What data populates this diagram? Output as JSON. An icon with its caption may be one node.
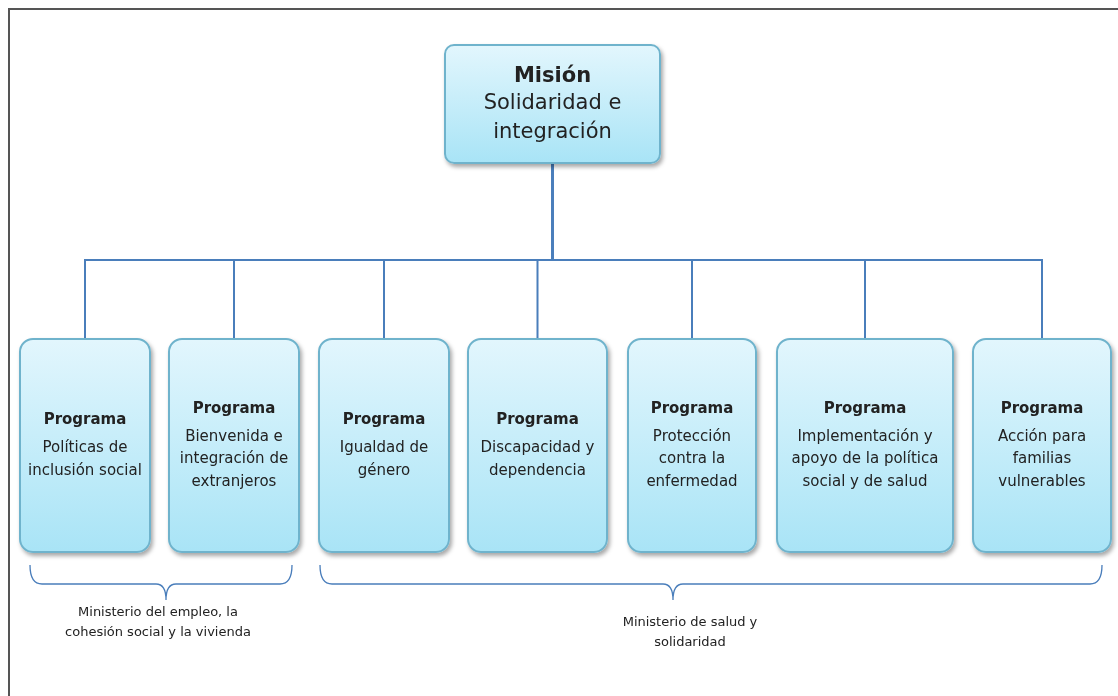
{
  "diagram": {
    "nodes": [
      {
        "text": [
          "Misión",
          "Solidaridad e integración"
        ]
      },
      {
        "text": [
          "Programa",
          "Políticas de inclusión social"
        ]
      },
      {
        "text": [
          "Programa",
          "Bienvenida e integración de extranjeros"
        ]
      },
      {
        "text": [
          "Programa",
          "Igualdad de género"
        ]
      },
      {
        "text": [
          "Programa",
          "Discapacidad y dependencia"
        ]
      },
      {
        "text": [
          "Programa",
          "Protección contra la enfermedad"
        ]
      },
      {
        "text": [
          "Programa",
          "Implementación y apoyo de la política social y de salud"
        ]
      },
      {
        "text": [
          "Programa",
          "Acción para familias vulnerables"
        ]
      }
    ],
    "edges": [
      {
        "from": 0,
        "to": 1,
        "arrow": "none"
      },
      {
        "from": 0,
        "to": 2,
        "arrow": "none"
      },
      {
        "from": 0,
        "to": 3,
        "arrow": "none"
      },
      {
        "from": 0,
        "to": 4,
        "arrow": "none"
      },
      {
        "from": 0,
        "to": 5,
        "arrow": "none"
      },
      {
        "from": 0,
        "to": 6,
        "arrow": "none"
      },
      {
        "from": 0,
        "to": 7,
        "arrow": "none"
      }
    ],
    "labels": [
      "Ministerio del empleo, la cohesión social y la vivienda",
      "Ministerio de salud y solidaridad"
    ]
  }
}
